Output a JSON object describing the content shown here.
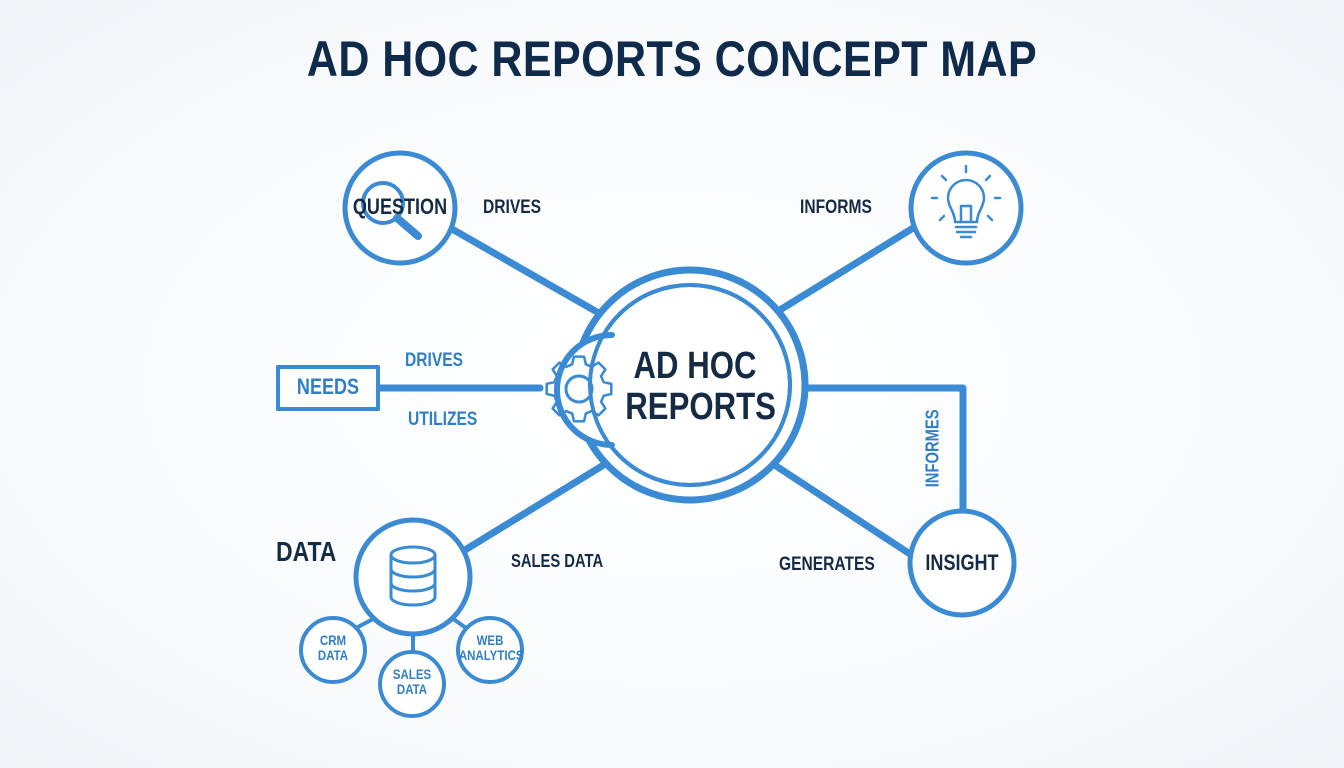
{
  "title": "AD HOC REPORTS CONCEPT MAP",
  "colors": {
    "primary_blue": "#3a8ad4",
    "label_blue": "#2f7fc8",
    "dark_navy": "#0f2a4a",
    "background": "#ffffff"
  },
  "center_node": {
    "line1": "AD HOC",
    "line2": "REPORTS",
    "icon": "gear-icon"
  },
  "nodes": {
    "question": {
      "label": "QUESTION",
      "icon": "magnifier-icon"
    },
    "insight_bulb": {
      "icon": "lightbulb-icon"
    },
    "needs": {
      "label": "NEEDS"
    },
    "data": {
      "label": "DATA",
      "icon": "database-icon"
    },
    "insight": {
      "label": "INSIGHT"
    },
    "data_sources": [
      {
        "line1": "CRM",
        "line2": "DATA"
      },
      {
        "line1": "SALES",
        "line2": "DATA"
      },
      {
        "line1": "WEB",
        "line2": "ANALYTICS"
      }
    ]
  },
  "edge_labels": {
    "question_drives": "DRIVES",
    "bulb_informs": "INFORMS",
    "needs_drives": "DRIVES",
    "needs_utilizes": "UTILIZES",
    "data_sales": "SALES DATA",
    "insight_generates": "GENERATES",
    "insight_informs_vertical": "INFORMES"
  }
}
